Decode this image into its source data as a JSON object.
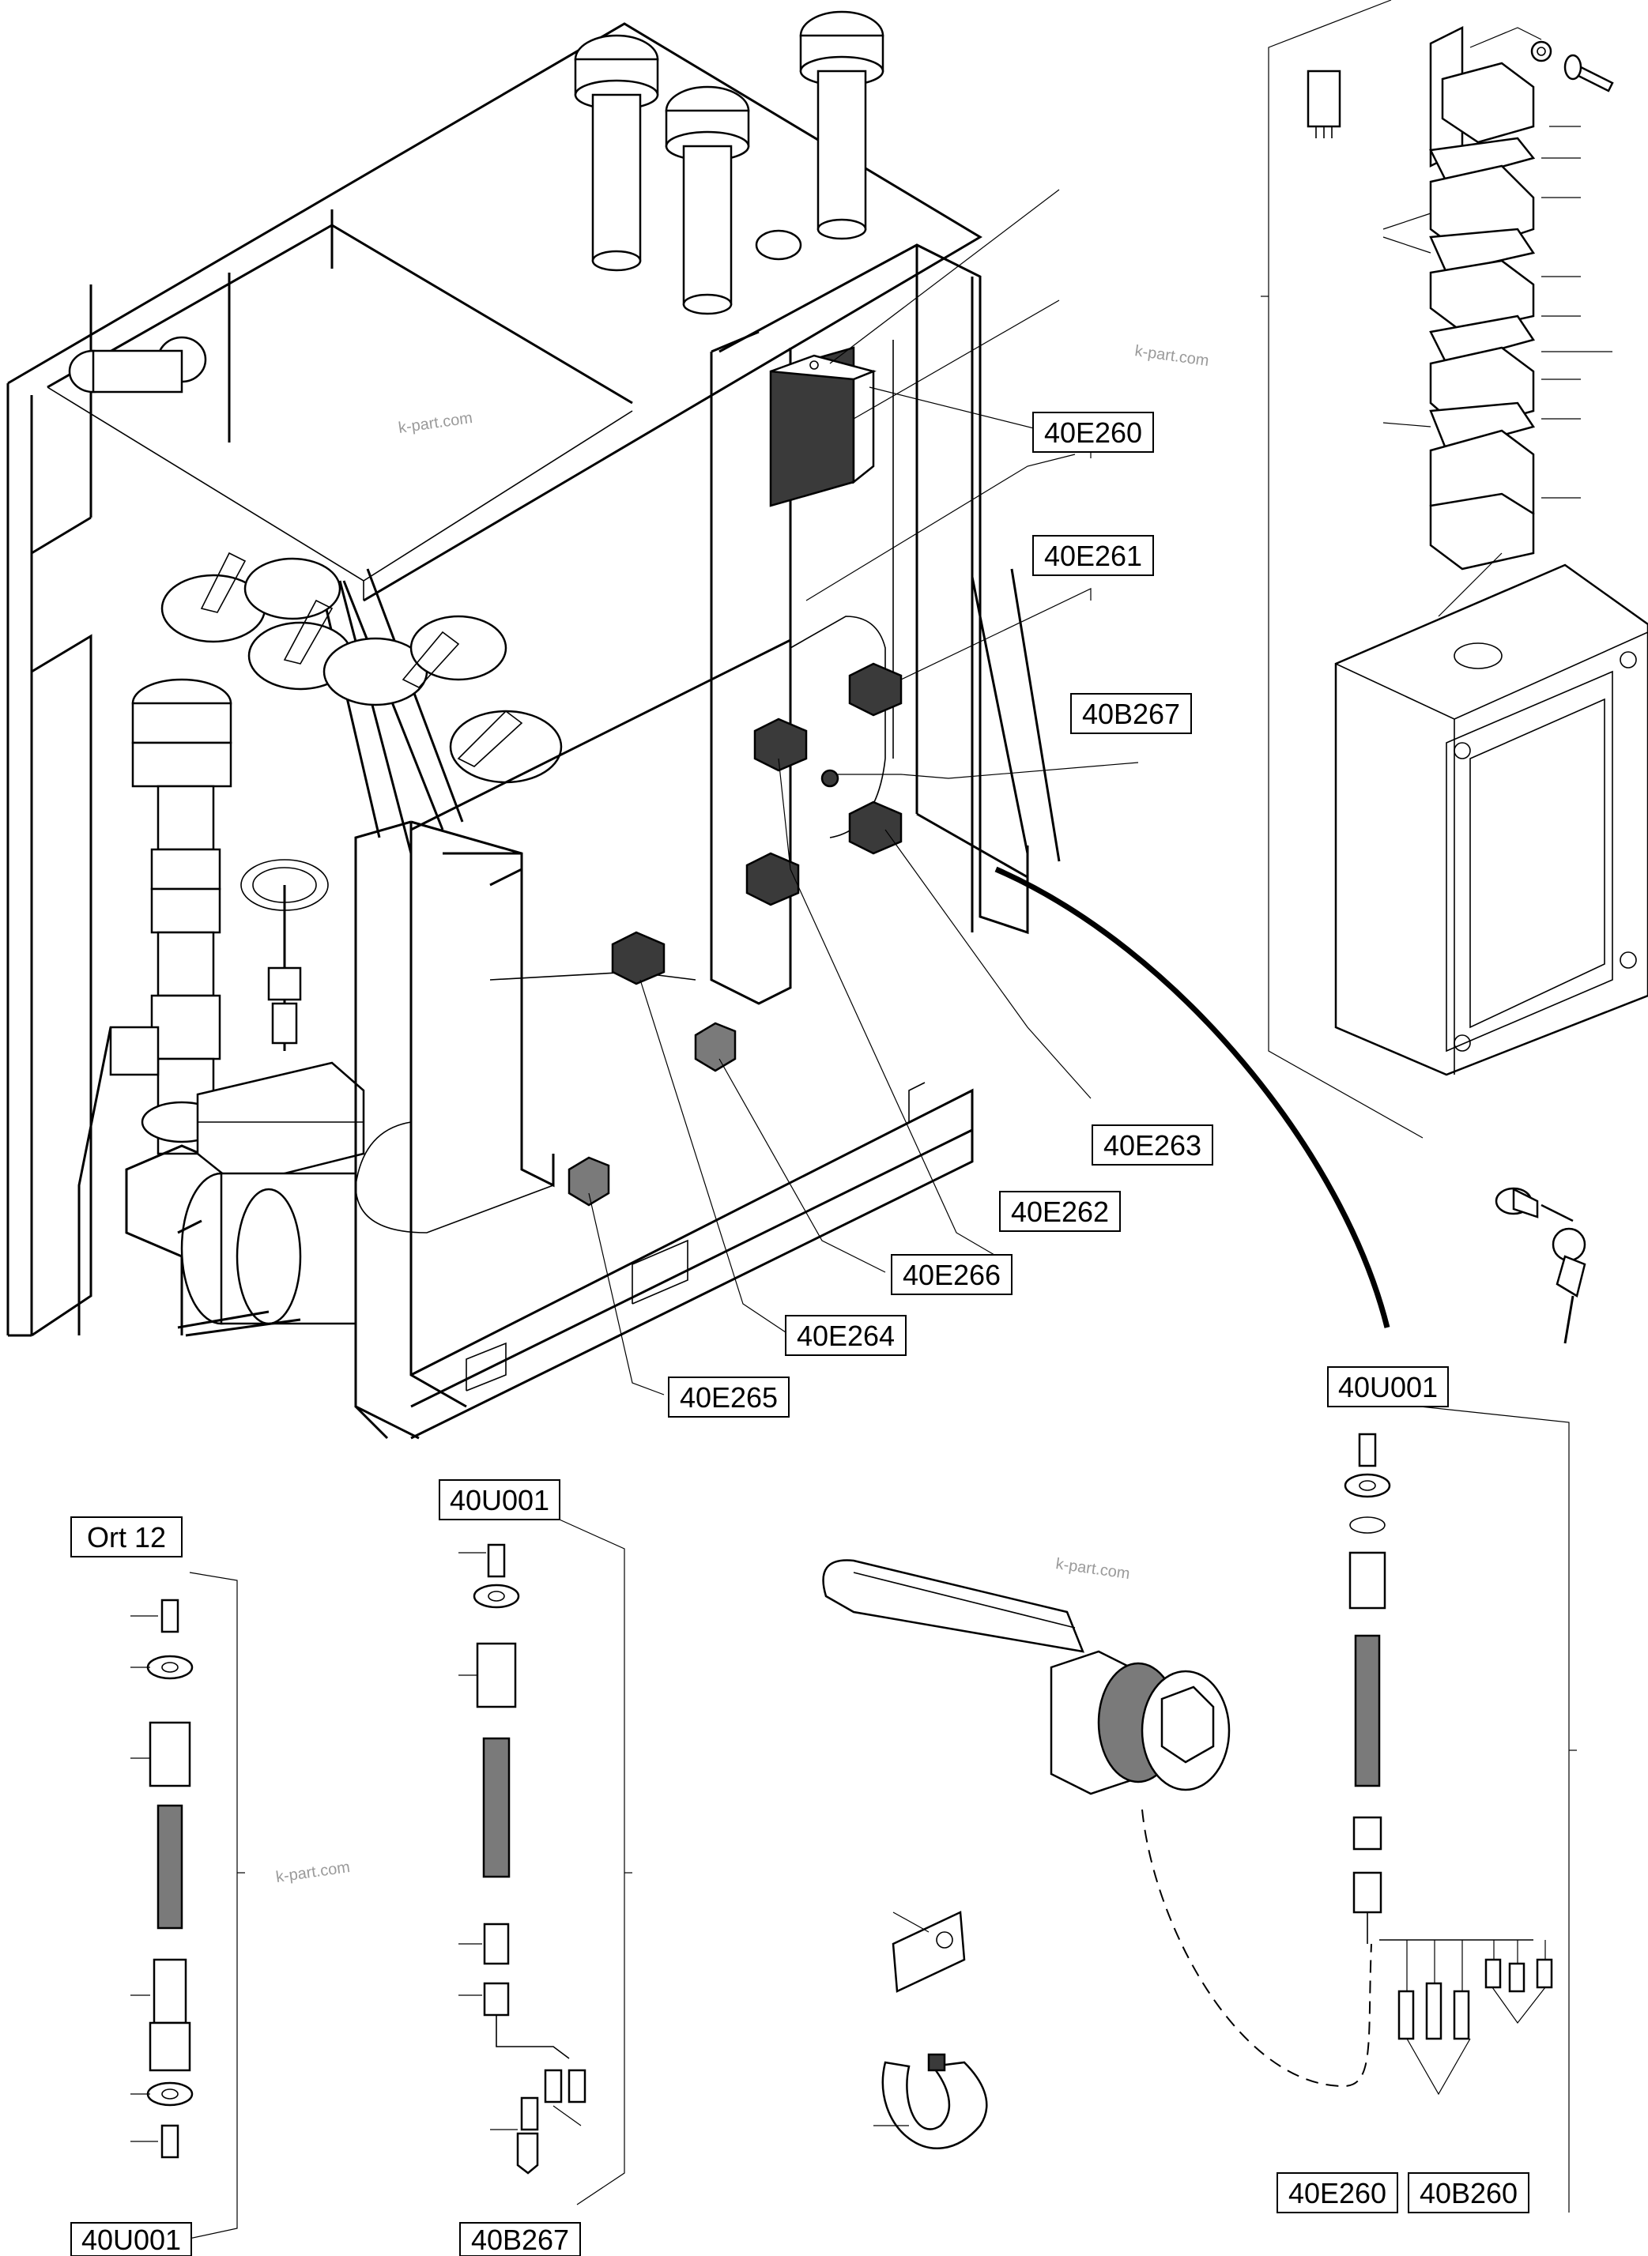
{
  "labels": {
    "l1": "40E260",
    "l2": "40E261",
    "l3": "40B267",
    "l4": "40E263",
    "l5": "40E262",
    "l6": "40E266",
    "l7": "40E264",
    "l8": "40E265",
    "l9": "40U001",
    "l10": "Ort 12",
    "l11": "40U001",
    "l12": "40U001",
    "l13": "40B267",
    "l14": "40E260",
    "l15": "40B260"
  },
  "watermarks": {
    "w1": "k-part.com",
    "w2": "k-part.com",
    "w3": "k-part.com",
    "w4": "k-part.com"
  }
}
